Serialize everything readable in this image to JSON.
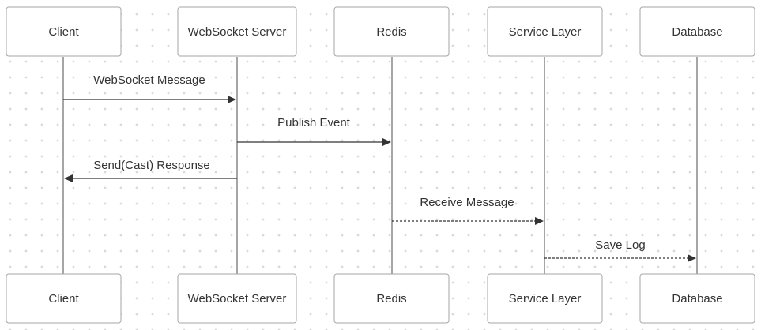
{
  "participants": [
    {
      "name": "Client"
    },
    {
      "name": "WebSocket Server"
    },
    {
      "name": "Redis"
    },
    {
      "name": "Service Layer"
    },
    {
      "name": "Database"
    }
  ],
  "messages": [
    {
      "label": "WebSocket Message",
      "from": "Client",
      "to": "WebSocket Server",
      "style": "solid"
    },
    {
      "label": "Publish Event",
      "from": "WebSocket Server",
      "to": "Redis",
      "style": "solid"
    },
    {
      "label": "Send(Cast) Response",
      "from": "WebSocket Server",
      "to": "Client",
      "style": "solid"
    },
    {
      "label": "Receive Message",
      "from": "Redis",
      "to": "Service Layer",
      "style": "dashed"
    },
    {
      "label": "Save Log",
      "from": "Service Layer",
      "to": "Database",
      "style": "dashed"
    }
  ]
}
